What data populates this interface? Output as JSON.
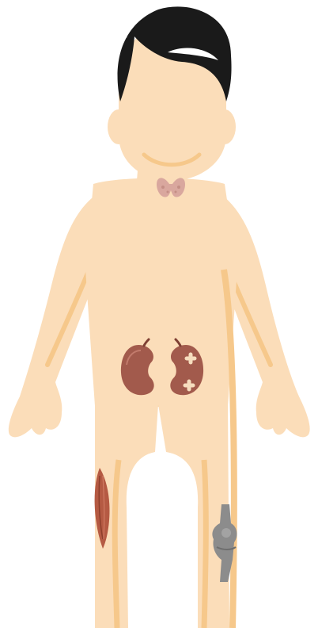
{
  "palette": {
    "skin": "#FBDDB9",
    "skin_shadow": "#F6C88B",
    "hair": "#1A1A1A",
    "thyroid": "#D9A79E",
    "kidney": "#A25A4C",
    "kidney_dark": "#7E3F33",
    "kidney_patch": "#F6DDBE",
    "muscle": "#B55A43",
    "joint": "#8C8C8C",
    "background": "#FFFFFF"
  },
  "figure": {
    "organs": [
      {
        "id": "thyroid",
        "icon": "thyroid-icon"
      },
      {
        "id": "kidney-left",
        "icon": "kidney-icon"
      },
      {
        "id": "kidney-right-bandaged",
        "icon": "bandaged-kidney-icon"
      },
      {
        "id": "thigh-muscle",
        "icon": "muscle-icon"
      },
      {
        "id": "knee-joint",
        "icon": "knee-joint-icon"
      }
    ]
  }
}
